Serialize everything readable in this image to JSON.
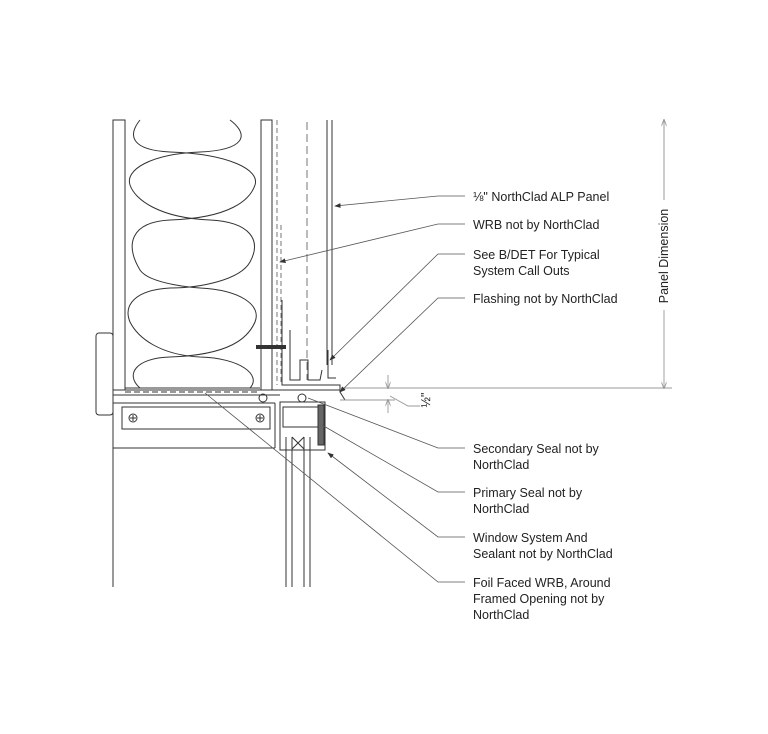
{
  "callouts": [
    {
      "lines": [
        "⅛\" NorthClad ALP Panel"
      ]
    },
    {
      "lines": [
        "WRB not by NorthClad"
      ]
    },
    {
      "lines": [
        "See B/DET For Typical",
        "System Call Outs"
      ]
    },
    {
      "lines": [
        "Flashing not by NorthClad"
      ]
    },
    {
      "lines": [
        "Secondary Seal not by",
        "NorthClad"
      ]
    },
    {
      "lines": [
        "Primary Seal not by",
        "NorthClad"
      ]
    },
    {
      "lines": [
        "Window System And",
        "Sealant not by NorthClad"
      ]
    },
    {
      "lines": [
        "Foil Faced WRB, Around",
        "Framed Opening not by",
        "NorthClad"
      ]
    }
  ],
  "dimensions": {
    "panel": "Panel Dimension",
    "gap": "½\""
  },
  "colors": {
    "line": "#333333",
    "dimension": "#999999"
  }
}
